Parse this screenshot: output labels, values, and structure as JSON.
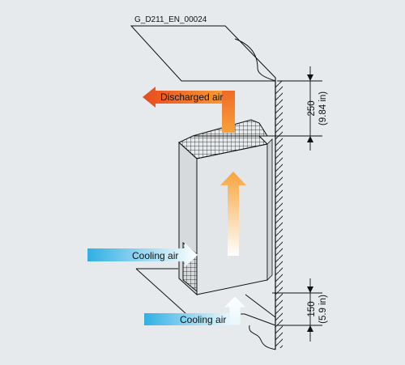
{
  "figure_id": "G_D211_EN_00024",
  "labels": {
    "discharged_air": "Discharged air",
    "cooling_air_side": "Cooling air",
    "cooling_air_bottom": "Cooling air"
  },
  "dimensions": {
    "top": {
      "value": "250",
      "unit": "(9.84 in)"
    },
    "bottom": {
      "value": "150",
      "unit": "(5.9 in)"
    }
  },
  "colors": {
    "background": "#e6eaec",
    "line": "#111111",
    "unit_face": "#e2e6e8",
    "hot_air": "#f05a20",
    "warm_air": "#f6a23a",
    "cool_air": "#45b8e6"
  }
}
